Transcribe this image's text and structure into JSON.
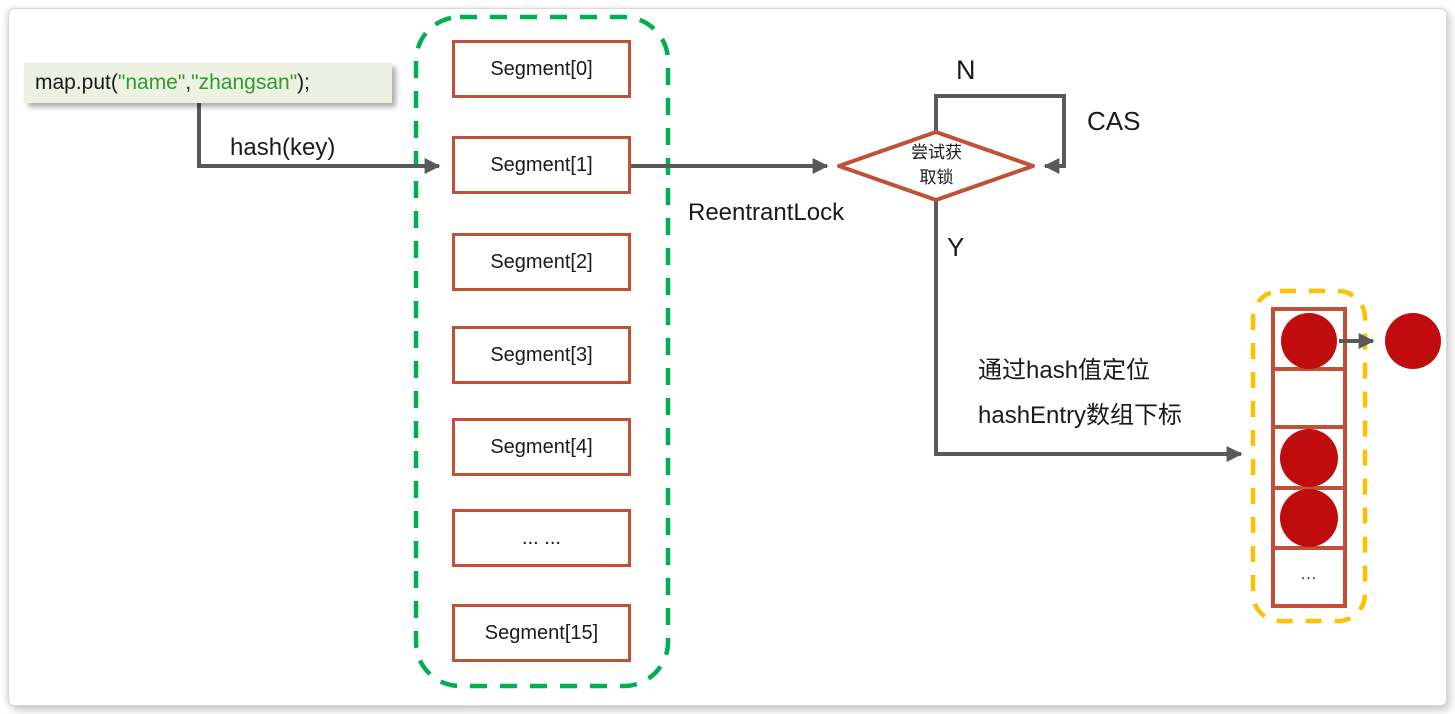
{
  "code_box": {
    "prefix": "map.put(",
    "arg1": "\"name\"",
    "comma": ",",
    "arg2": "\"zhangsan\"",
    "suffix": ");"
  },
  "labels": {
    "hash_key": "hash(key)",
    "reentrant_lock": "ReentrantLock",
    "n": "N",
    "cas": "CAS",
    "y": "Y",
    "locate_line1": "通过hash值定位",
    "locate_line2": "hashEntry数组下标"
  },
  "segments": {
    "items": [
      {
        "label": "Segment[0]"
      },
      {
        "label": "Segment[1]"
      },
      {
        "label": "Segment[2]"
      },
      {
        "label": "Segment[3]"
      },
      {
        "label": "Segment[4]"
      },
      {
        "label": "... ..."
      },
      {
        "label": "Segment[15]"
      }
    ]
  },
  "diamond": {
    "line1": "尝试获",
    "line2": "取锁"
  },
  "hash_entry": {
    "ellipsis": "..."
  },
  "colors": {
    "segment_border": "#c15136",
    "node_circle": "#c00c0c",
    "segments_group_dash": "#00b050",
    "hashentry_group_dash": "#ffc000",
    "connector": "#595959",
    "code_string_green": "#2e9b2e",
    "code_background": "#edf1e2"
  }
}
